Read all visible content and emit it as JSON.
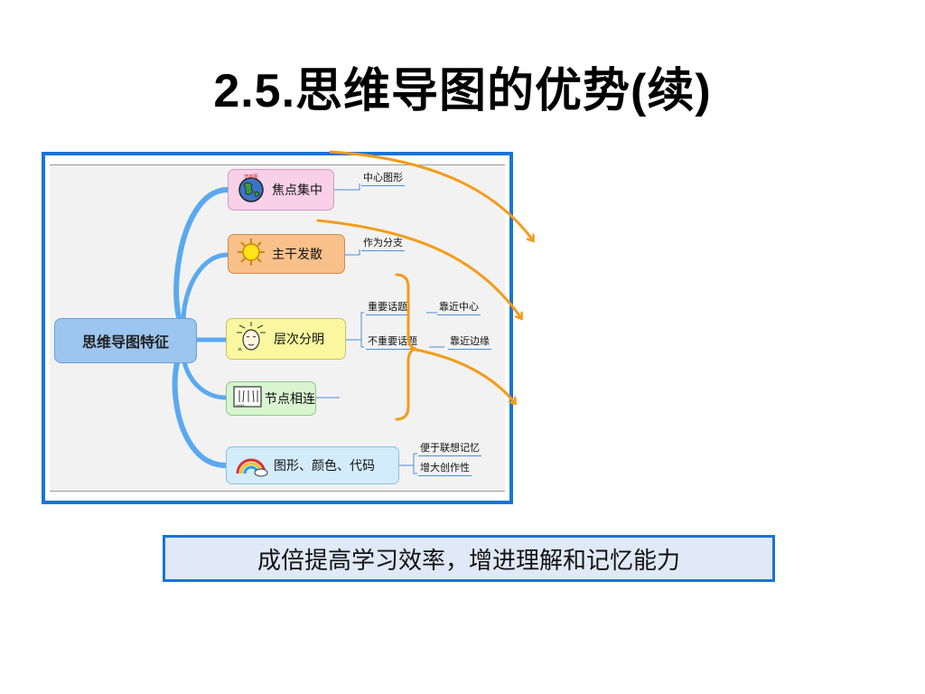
{
  "slide": {
    "title": "2.5.思维导图的优势(续)"
  },
  "mindmap": {
    "central": "思维导图特征",
    "branches": [
      {
        "label": "焦点集中",
        "icon": "globe-icon",
        "icon_text": "智能图",
        "subs": [
          "中心图形"
        ]
      },
      {
        "label": "主干发散",
        "icon": "sun-icon",
        "subs": [
          "作为分支"
        ]
      },
      {
        "label": "层次分明",
        "icon": "head-icon",
        "subs": [
          "重要话题",
          "靠近中心",
          "不重要话题",
          "靠近边缘"
        ]
      },
      {
        "label": "节点相连",
        "icon": "notebook-icon",
        "subs": []
      },
      {
        "label": "图形、颜色、代码",
        "icon": "rainbow-icon",
        "subs": [
          "便于联想记忆",
          "增大创作性"
        ]
      }
    ]
  },
  "summary": "成倍提高学习效率，增进理解和记忆能力",
  "colors": {
    "frame_border": "#1a73d9",
    "branch_line": "#5aa9ef",
    "arrow": "#f39c1a",
    "node_pink": "#f8d0e8",
    "node_orange": "#f9c08a",
    "node_yellow": "#fbf7a0",
    "node_green": "#d8f5d0",
    "node_blue": "#d3ecfb"
  }
}
